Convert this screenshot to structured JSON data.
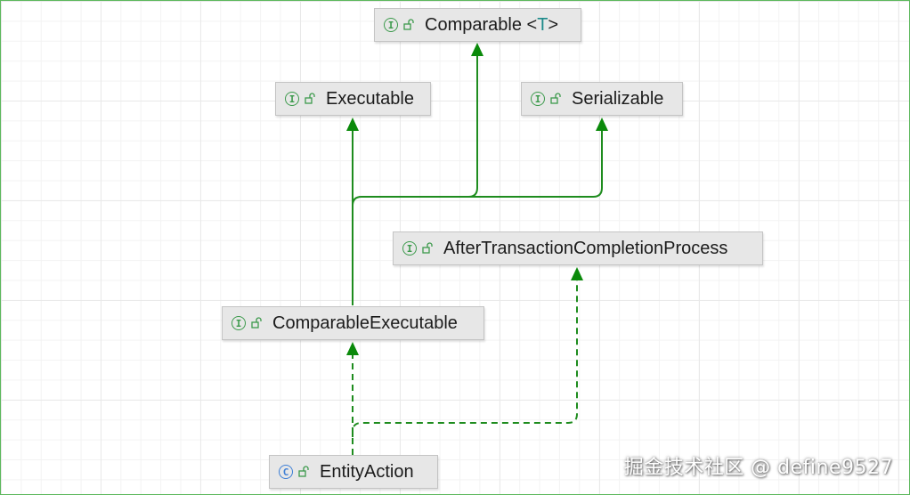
{
  "diagram": {
    "nodes": [
      {
        "id": "comparable",
        "kind": "I",
        "label": "Comparable",
        "type_param": "T"
      },
      {
        "id": "executable",
        "kind": "I",
        "label": "Executable"
      },
      {
        "id": "serializable",
        "kind": "I",
        "label": "Serializable"
      },
      {
        "id": "after_tx",
        "kind": "I",
        "label": "AfterTransactionCompletionProcess"
      },
      {
        "id": "comparable_executable",
        "kind": "I",
        "label": "ComparableExecutable"
      },
      {
        "id": "entity_action",
        "kind": "C",
        "label": "EntityAction"
      }
    ],
    "edges": [
      {
        "from": "comparable_executable",
        "to": "executable",
        "style": "solid",
        "relation": "extends"
      },
      {
        "from": "comparable_executable",
        "to": "comparable",
        "style": "solid",
        "relation": "extends"
      },
      {
        "from": "comparable_executable",
        "to": "serializable",
        "style": "solid",
        "relation": "extends"
      },
      {
        "from": "entity_action",
        "to": "comparable_executable",
        "style": "dashed",
        "relation": "implements"
      },
      {
        "from": "entity_action",
        "to": "after_tx",
        "style": "dashed",
        "relation": "implements"
      }
    ],
    "colors": {
      "edge": "#1e8c1e",
      "arrowhead": "#0b8a0b",
      "interface_icon": "#3c9a4c",
      "class_icon": "#3d7fd6",
      "node_fill": "#e7e7e7",
      "type_param": "#1d8a8a"
    }
  },
  "watermark": "掘金技术社区 @ define9527"
}
